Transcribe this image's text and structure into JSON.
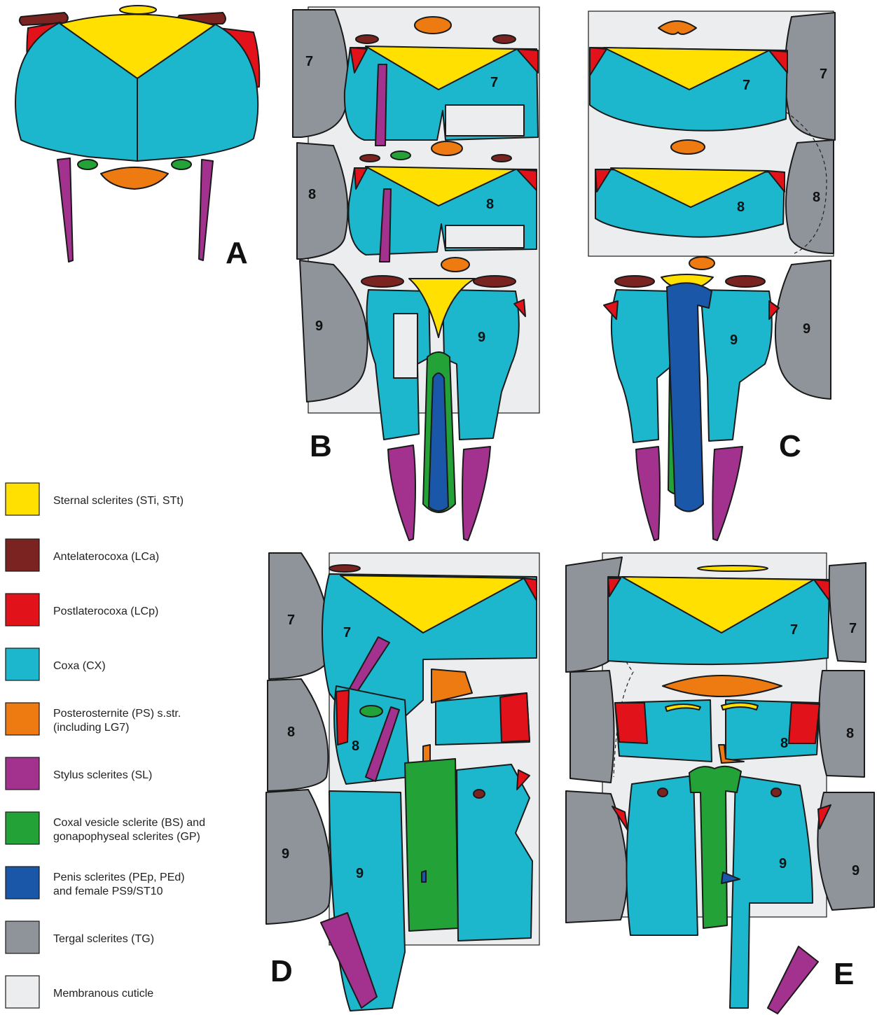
{
  "colors": {
    "sternal": "#FFE000",
    "antelaterocoxa": "#7B2320",
    "postlaterocoxa": "#E2121B",
    "coxa": "#1CB7CC",
    "posterosternite": "#EE7A12",
    "stylus": "#A3318E",
    "gonapophyseal": "#23A238",
    "penis": "#1A57A8",
    "tergal": "#8F949A",
    "membrane": "#ECEDEF"
  },
  "panels": {
    "A": "A",
    "B": "B",
    "C": "C",
    "D": "D",
    "E": "E"
  },
  "segments": {
    "s7": "7",
    "s8": "8",
    "s9": "9"
  },
  "legend": [
    {
      "color_key": "sternal",
      "line1": "Sternal sclerites (STi, STt)",
      "line2": ""
    },
    {
      "color_key": "antelaterocoxa",
      "line1": "Antelaterocoxa (LCa)",
      "line2": ""
    },
    {
      "color_key": "postlaterocoxa",
      "line1": "Postlaterocoxa (LCp)",
      "line2": ""
    },
    {
      "color_key": "coxa",
      "line1": "Coxa (CX)",
      "line2": ""
    },
    {
      "color_key": "posterosternite",
      "line1": "Posterosternite (PS) s.str.",
      "line2": "(including LG7)"
    },
    {
      "color_key": "stylus",
      "line1": "Stylus sclerites (SL)",
      "line2": ""
    },
    {
      "color_key": "gonapophyseal",
      "line1": "Coxal vesicle sclerite (BS) and",
      "line2": "gonapophyseal sclerites (GP)"
    },
    {
      "color_key": "penis",
      "line1": "Penis sclerites (PEp, PEd)",
      "line2": "and female PS9/ST10"
    },
    {
      "color_key": "tergal",
      "line1": "Tergal sclerites (TG)",
      "line2": ""
    },
    {
      "color_key": "membrane",
      "line1": "Membranous cuticle",
      "line2": ""
    }
  ]
}
